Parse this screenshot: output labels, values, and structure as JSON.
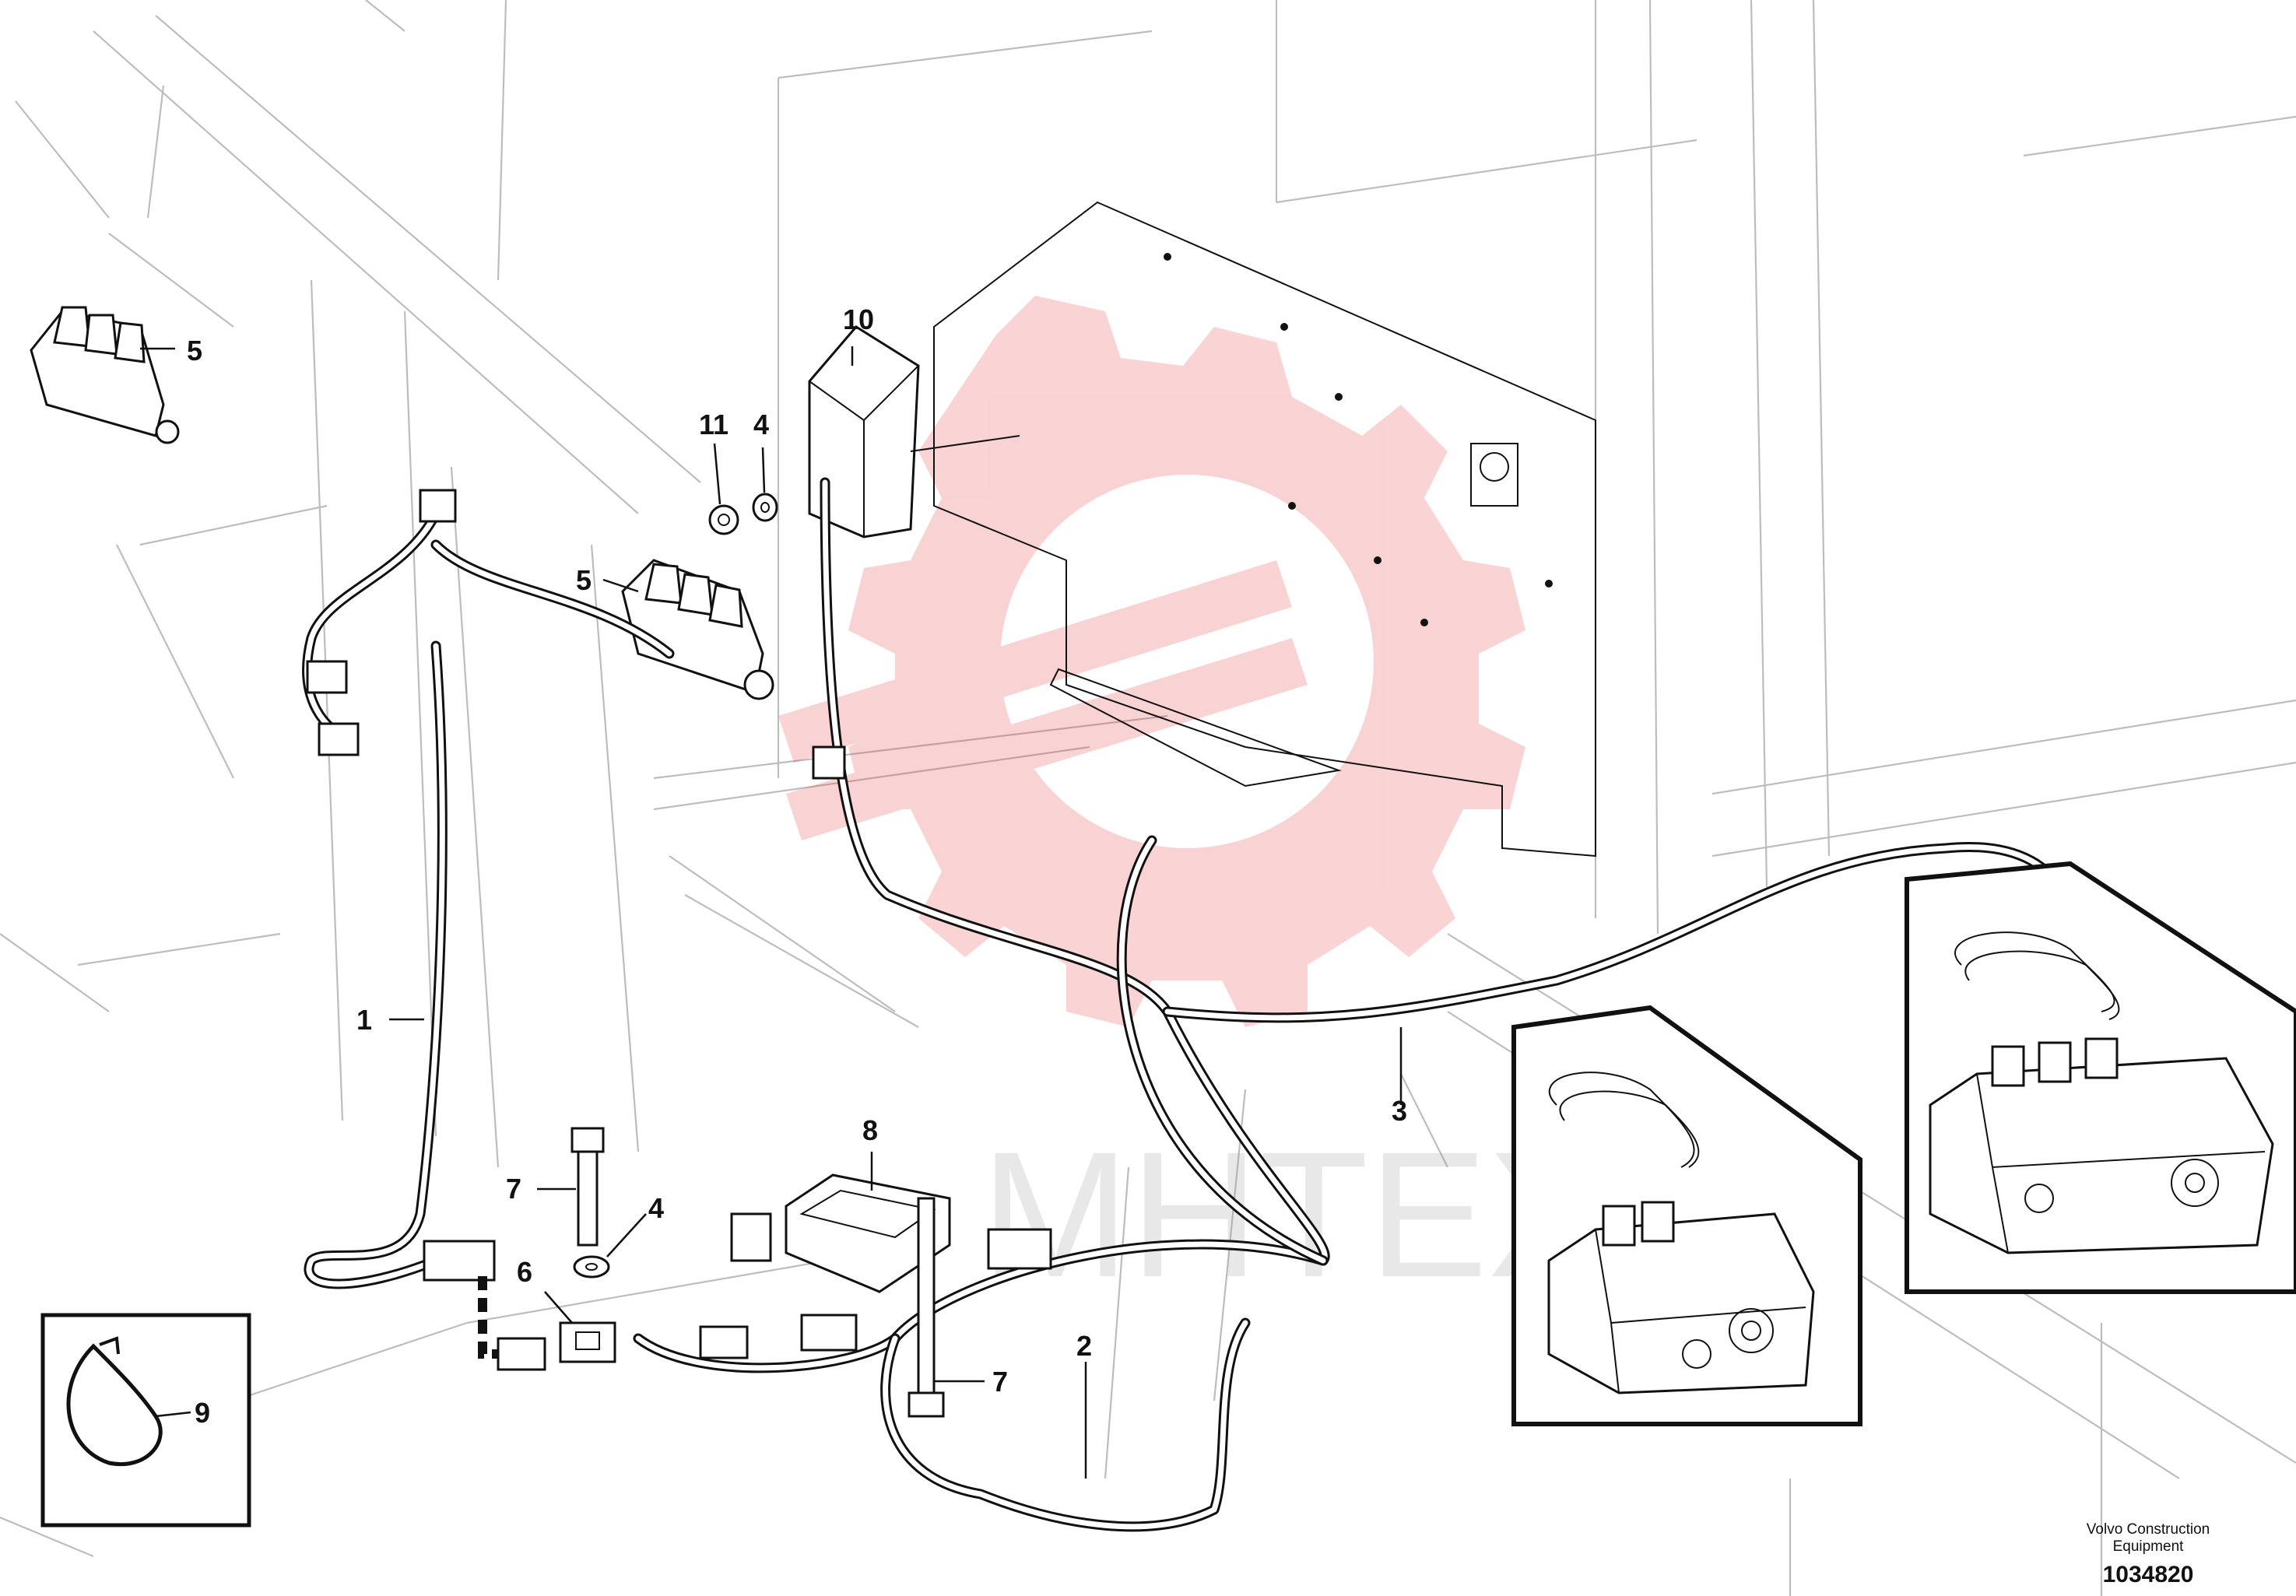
{
  "callouts": [
    {
      "id": "1",
      "label": "1"
    },
    {
      "id": "2",
      "label": "2"
    },
    {
      "id": "3",
      "label": "3"
    },
    {
      "id": "4a",
      "label": "4"
    },
    {
      "id": "4b",
      "label": "4"
    },
    {
      "id": "5a",
      "label": "5"
    },
    {
      "id": "5b",
      "label": "5"
    },
    {
      "id": "6",
      "label": "6"
    },
    {
      "id": "7a",
      "label": "7"
    },
    {
      "id": "7b",
      "label": "7"
    },
    {
      "id": "8",
      "label": "8"
    },
    {
      "id": "9",
      "label": "9"
    },
    {
      "id": "10",
      "label": "10"
    },
    {
      "id": "11",
      "label": "11"
    }
  ],
  "watermark": {
    "text": "MHTEX",
    "color": "#e8383d"
  },
  "credit": {
    "line1": "Volvo Construction",
    "line2": "Equipment",
    "number": "1034820"
  }
}
